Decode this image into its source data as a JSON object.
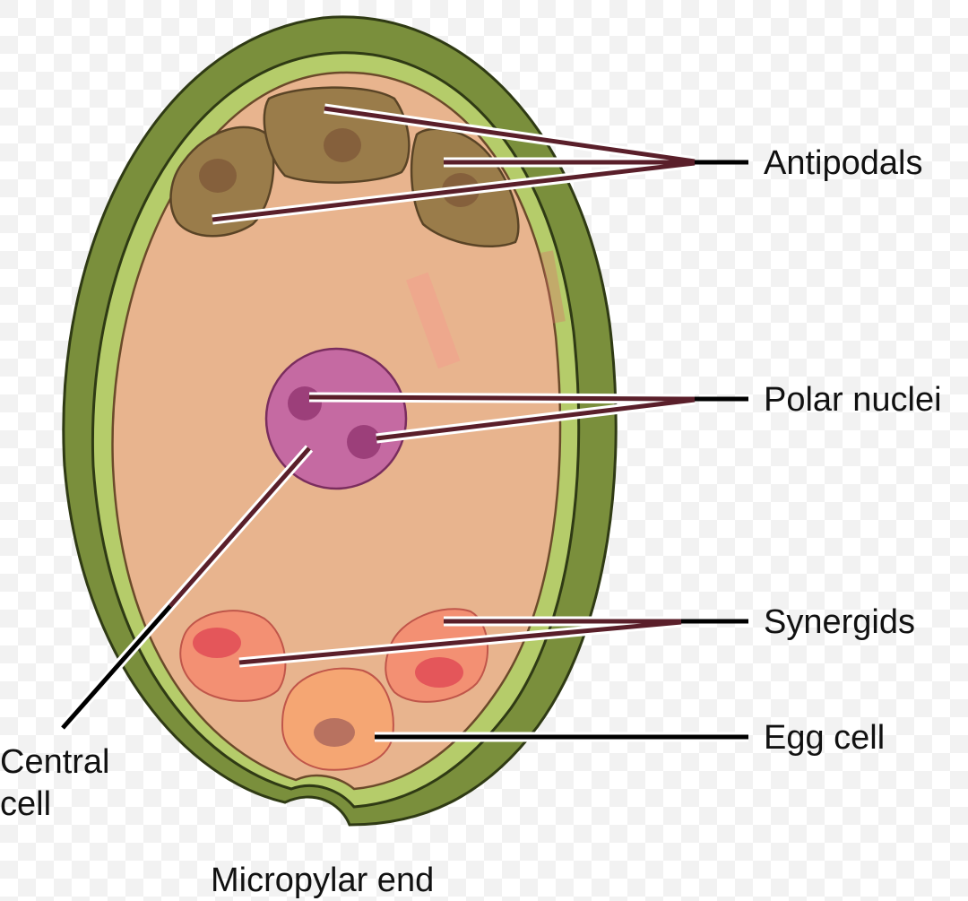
{
  "labels": {
    "antipodals": "Antipodals",
    "polar_nuclei": "Polar nuclei",
    "synergids": "Synergids",
    "egg_cell": "Egg cell",
    "central_cell_line1": "Central",
    "central_cell_line2": "cell",
    "micropylar_end": "Micropylar end"
  },
  "colors": {
    "integument_outer": "#7a8f3c",
    "integument_inner": "#b5cc6a",
    "embryo_sac": "#e8b48e",
    "antipodal_cell": "#9a7c4a",
    "antipodal_nucleus": "#85603c",
    "polar_cell": "#c56aa2",
    "polar_nucleus": "#9c3f7a",
    "synergid_cell": "#f39073",
    "synergid_nucleus": "#e4565a",
    "egg_cell": "#f5a673",
    "egg_nucleus": "#b87260",
    "leader_line_dark": "#5a1f2a",
    "leader_line_black": "#000000"
  }
}
